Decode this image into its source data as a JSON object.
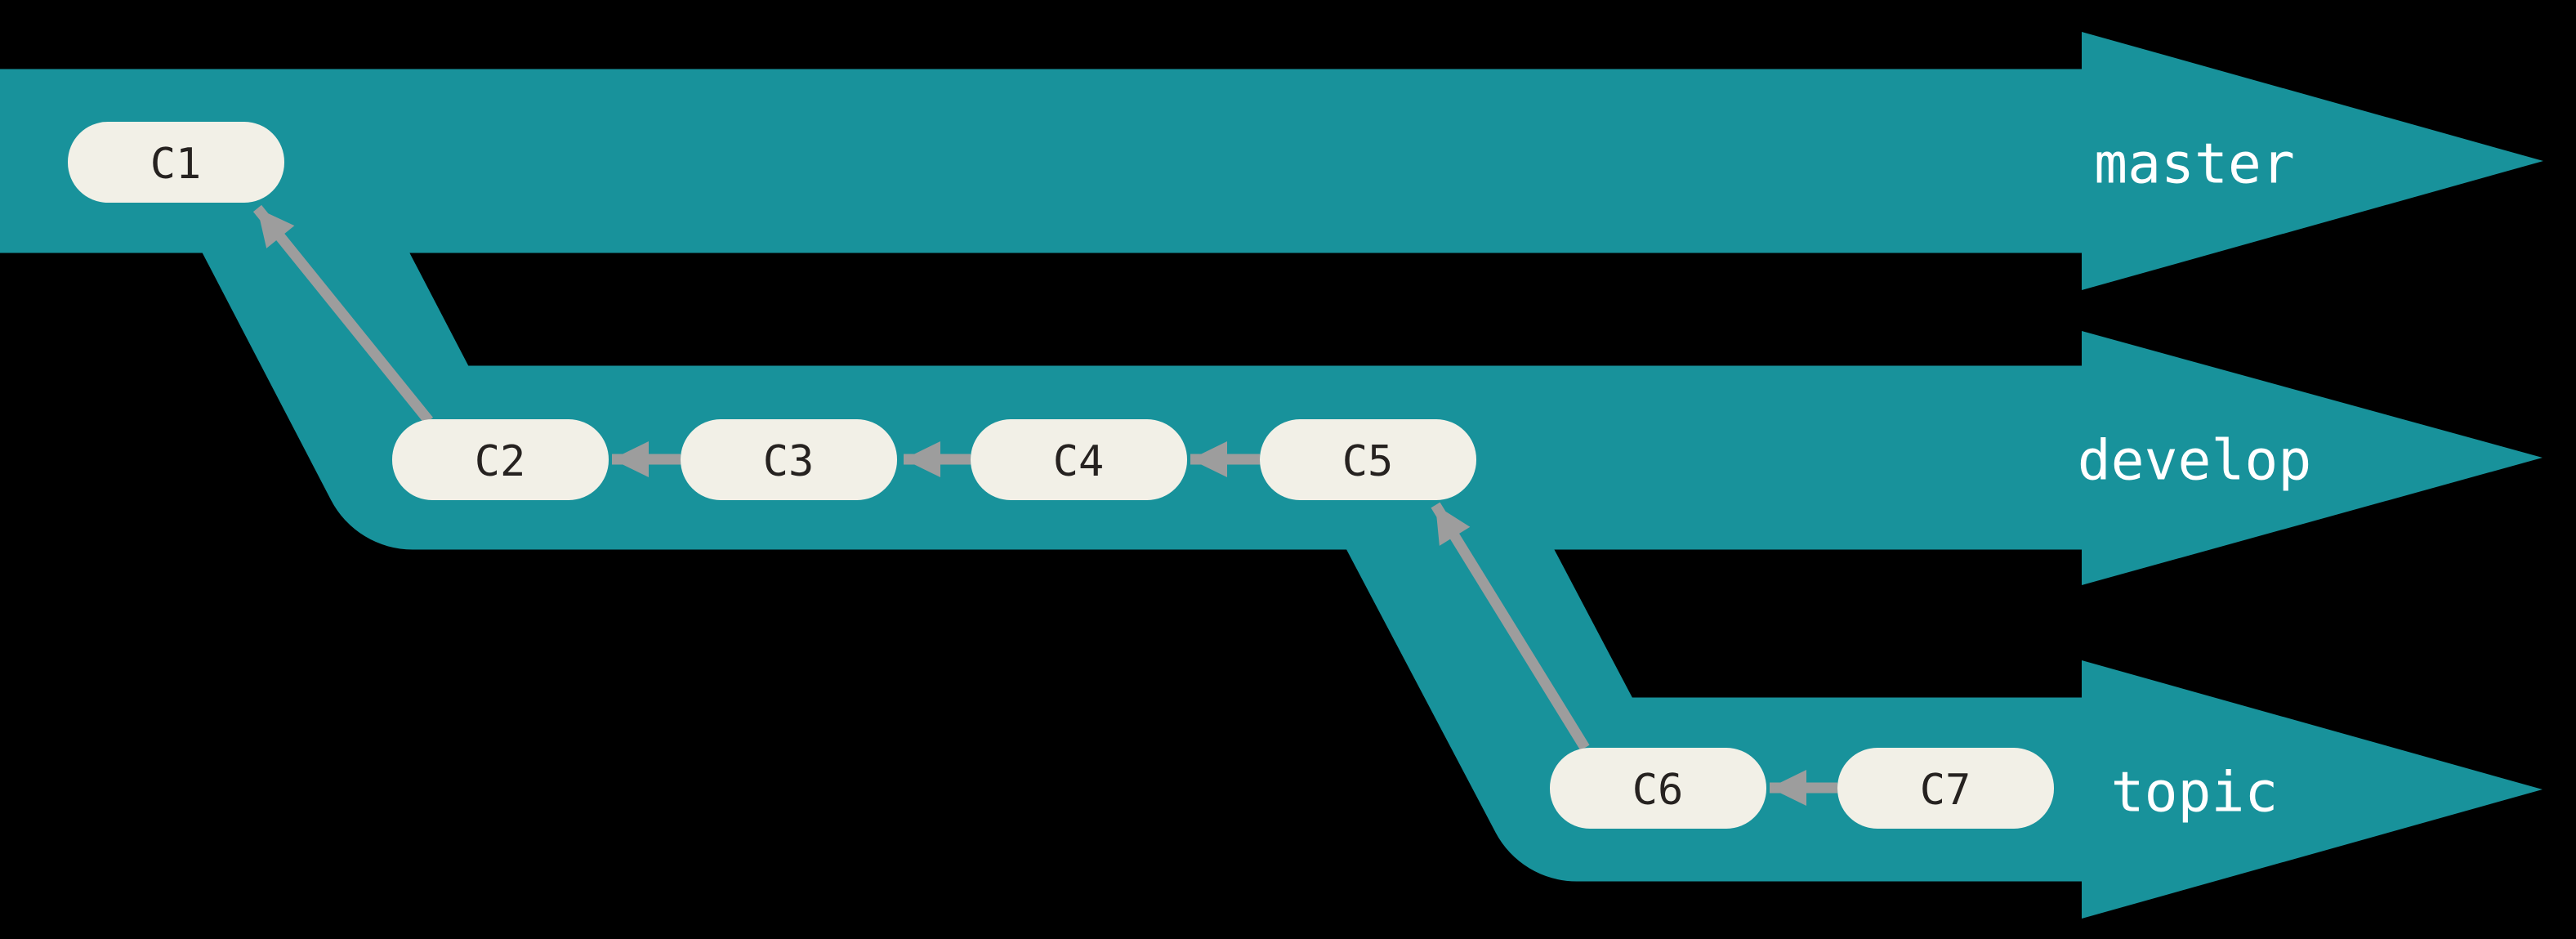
{
  "diagram": {
    "type": "git-branch-diagram",
    "background": "#000000",
    "band_color": "#18929B",
    "node_fill": "#F2F0E7",
    "node_text_color": "#262220",
    "arrow_color": "#9D9D9D",
    "label_color": "#FFFFFF",
    "branches": [
      {
        "label": "master"
      },
      {
        "label": "develop"
      },
      {
        "label": "topic"
      }
    ],
    "commits": [
      {
        "id": "C1",
        "branch": "master"
      },
      {
        "id": "C2",
        "branch": "develop"
      },
      {
        "id": "C3",
        "branch": "develop"
      },
      {
        "id": "C4",
        "branch": "develop"
      },
      {
        "id": "C5",
        "branch": "develop"
      },
      {
        "id": "C6",
        "branch": "topic"
      },
      {
        "id": "C7",
        "branch": "topic"
      }
    ],
    "edges": [
      {
        "from": "C2",
        "to": "C1"
      },
      {
        "from": "C3",
        "to": "C2"
      },
      {
        "from": "C4",
        "to": "C3"
      },
      {
        "from": "C5",
        "to": "C4"
      },
      {
        "from": "C6",
        "to": "C5"
      },
      {
        "from": "C7",
        "to": "C6"
      }
    ]
  }
}
